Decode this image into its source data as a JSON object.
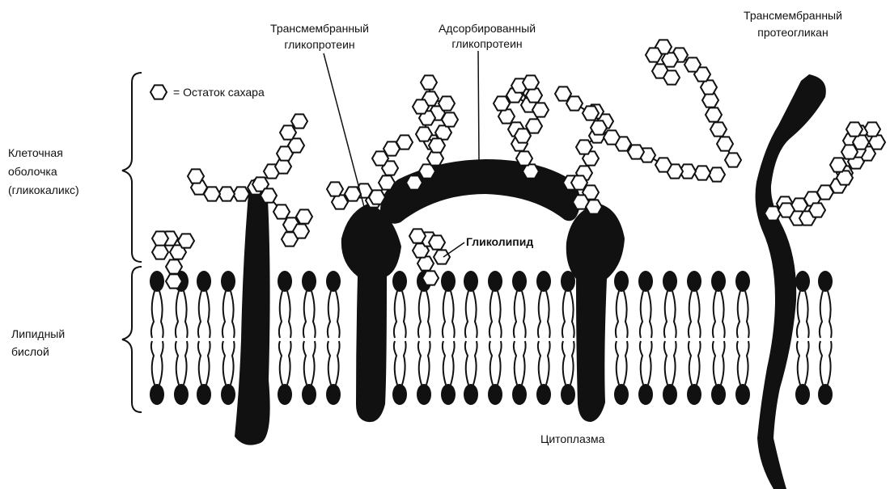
{
  "labels": {
    "sugar_legend": "= Остаток сахара",
    "cell_coat_line1": "Клеточная",
    "cell_coat_line2": "оболочка",
    "cell_coat_line3": "(гликокаликс)",
    "lipid_bilayer_line1": "Липидный",
    "lipid_bilayer_line2": "бислой",
    "transmembrane_glycoprotein_line1": "Трансмембранный",
    "transmembrane_glycoprotein_line2": "гликопротеин",
    "adsorbed_glycoprotein_line1": "Адсорбированный",
    "adsorbed_glycoprotein_line2": "гликопротеин",
    "transmembrane_proteoglycan_line1": "Трансмембранный",
    "transmembrane_proteoglycan_line2": "протеогликан",
    "glycolipid": "Гликолипид",
    "cytoplasm": "Цитоплазма"
  },
  "colors": {
    "ink": "#111111",
    "background": "#ffffff"
  }
}
